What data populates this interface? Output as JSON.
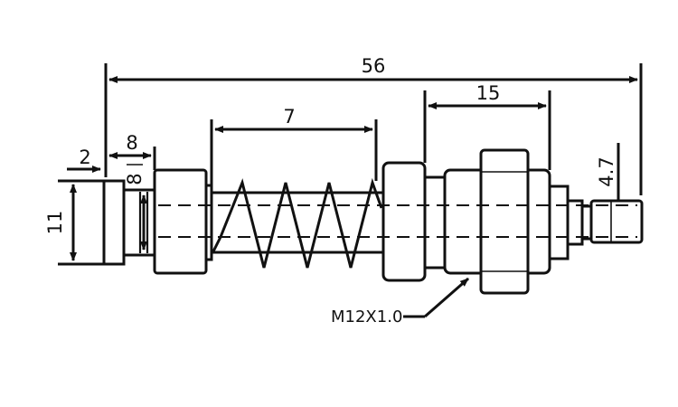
{
  "dimensions": {
    "overall_length": "56",
    "thread_length": "15",
    "spring_length": "7",
    "flange_width": "8",
    "small_offset": "2",
    "inner_diameter": "8",
    "outer_diameter": "11",
    "tip_diameter": "4.7"
  },
  "callouts": {
    "thread_spec": "M12X1.0"
  },
  "colors": {
    "line": "#111111",
    "background": "#ffffff"
  }
}
